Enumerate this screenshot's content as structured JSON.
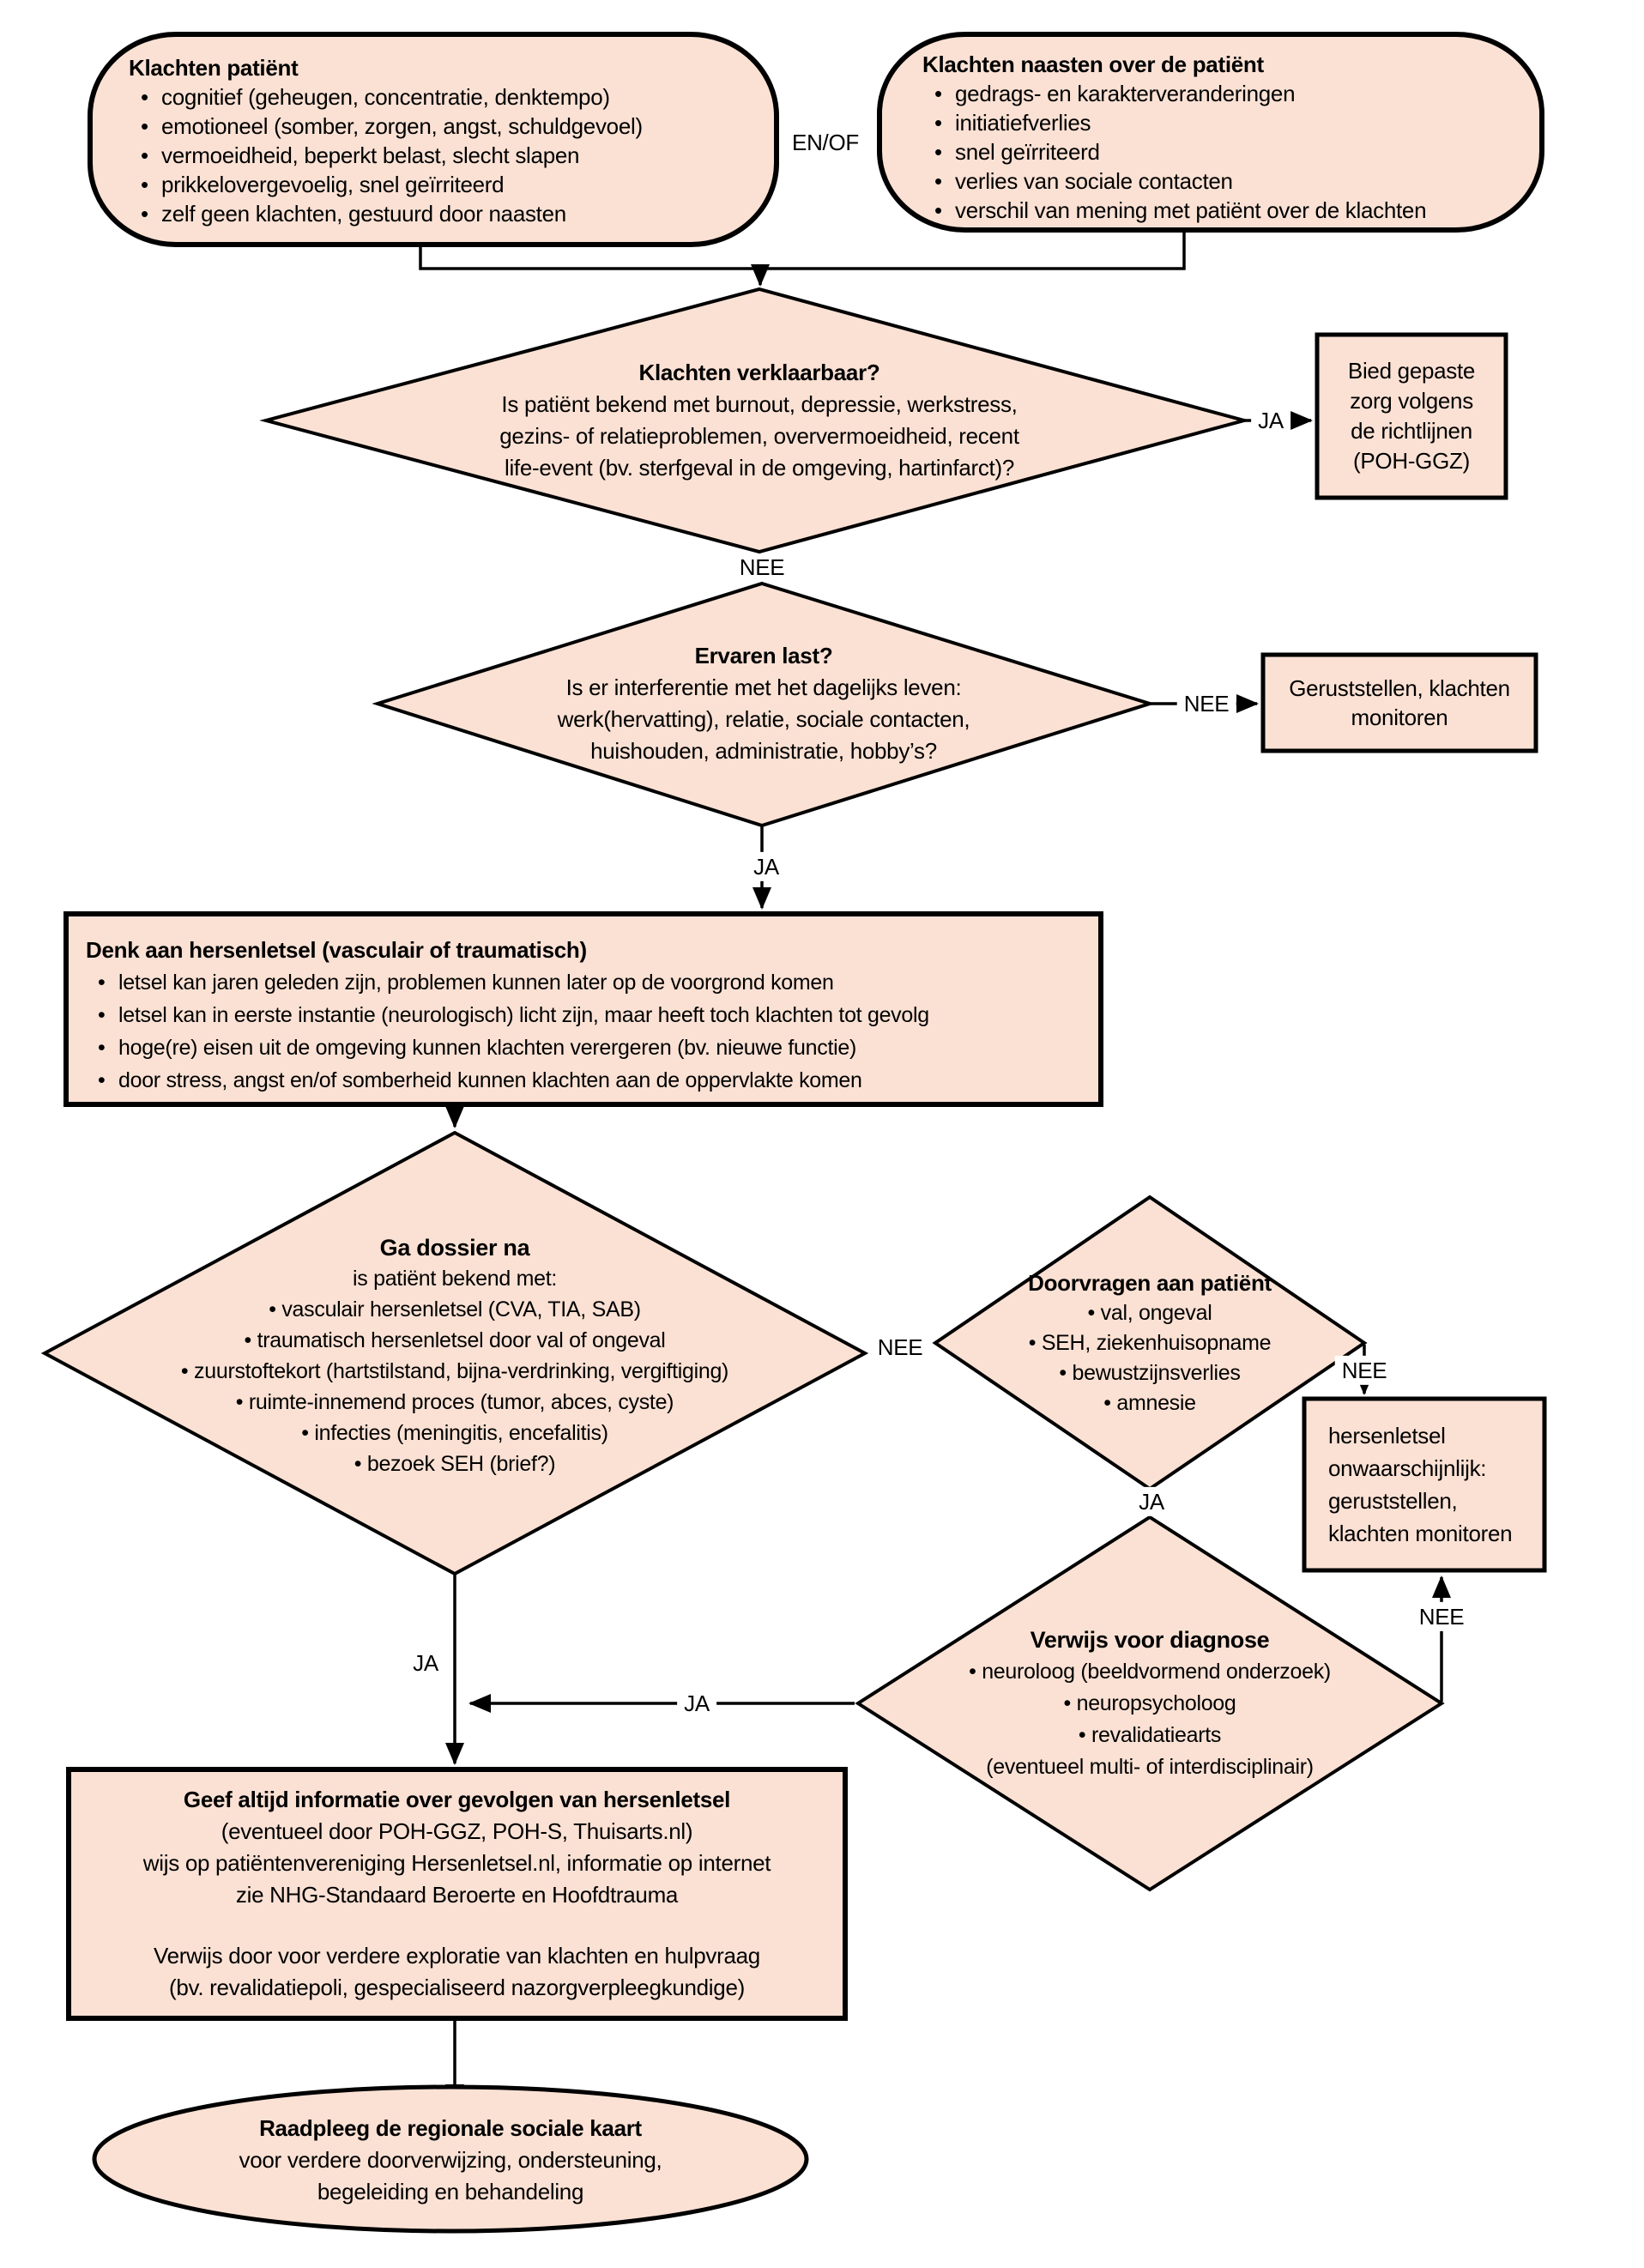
{
  "palette": {
    "node_fill": "#fae1d4",
    "node_stroke": "#000000",
    "text_color": "#000000",
    "background": "#ffffff"
  },
  "nodes": {
    "klachten_patient": {
      "title": "Klachten patiënt",
      "items": [
        "cognitief (geheugen, concentratie, denktempo)",
        "emotioneel (somber, zorgen, angst, schuldgevoel)",
        "vermoeidheid, beperkt belast, slecht slapen",
        "prikkelovergevoelig, snel geïrriteerd",
        "zelf geen klachten, gestuurd door naasten"
      ]
    },
    "klachten_naasten": {
      "title": "Klachten naasten over de patiënt",
      "items": [
        "gedrags- en karakterveranderingen",
        "initiatiefverlies",
        "snel geïrriteerd",
        "verlies van sociale contacten",
        "verschil van mening met patiënt over de klachten"
      ]
    },
    "klachten_verklaarbaar": {
      "title": "Klachten verklaarbaar?",
      "lines": [
        "Is patiënt bekend met burnout, depressie, werkstress,",
        "gezins- of relatieproblemen, oververmoeidheid, recent",
        "life-event (bv. sterfgeval in de omgeving, hartinfarct)?"
      ]
    },
    "bied_gepaste_zorg": {
      "lines": [
        "Bied gepaste",
        "zorg volgens",
        "de richtlijnen",
        "(POH-GGZ)"
      ]
    },
    "ervaren_last": {
      "title": "Ervaren last?",
      "lines": [
        "Is er interferentie met het dagelijks leven:",
        "werk(hervatting), relatie, sociale contacten,",
        "huishouden, administratie, hobby’s?"
      ]
    },
    "geruststellen": {
      "lines": [
        "Geruststellen, klachten",
        "monitoren"
      ]
    },
    "denk_aan_hersenletsel": {
      "title": "Denk aan hersenletsel (vasculair of traumatisch)",
      "items": [
        "letsel kan jaren geleden zijn, problemen kunnen later op de voorgrond komen",
        "letsel kan in eerste instantie (neurologisch) licht zijn, maar heeft toch klachten tot gevolg",
        "hoge(re) eisen uit de omgeving kunnen klachten verergeren (bv. nieuwe functie)",
        "door stress, angst en/of somberheid kunnen klachten aan de oppervlakte komen"
      ]
    },
    "ga_dossier_na": {
      "title": "Ga dossier na",
      "subtitle": "is patiënt bekend met:",
      "items": [
        "vasculair hersenletsel (CVA, TIA, SAB)",
        "traumatisch hersenletsel door val of ongeval",
        "zuurstoftekort (hartstilstand, bijna-verdrinking, vergiftiging)",
        "ruimte-innemend proces (tumor, abces, cyste)",
        "infecties (meningitis, encefalitis)",
        "bezoek SEH (brief?)"
      ]
    },
    "doorvragen": {
      "title": "Doorvragen aan patiënt",
      "items": [
        "val, ongeval",
        "SEH, ziekenhuisopname",
        "bewustzijnsverlies",
        "amnesie"
      ]
    },
    "hersenletsel_onwaarschijnlijk": {
      "lines": [
        "hersenletsel",
        "onwaarschijnlijk:",
        "geruststellen,",
        "klachten monitoren"
      ]
    },
    "verwijs_voor_diagnose": {
      "title": "Verwijs voor diagnose",
      "items": [
        "neuroloog (beeldvormend onderzoek)",
        "neuropsycholoog",
        "revalidatiearts"
      ],
      "footer": "(eventueel multi- of interdisciplinair)"
    },
    "geef_informatie": {
      "title": "Geef altijd informatie over gevolgen van hersenletsel",
      "lines": [
        "(eventueel door POH-GGZ, POH-S, Thuisarts.nl)",
        "wijs op patiëntenvereniging Hersenletsel.nl, informatie op internet",
        "zie NHG-Standaard Beroerte en Hoofdtrauma"
      ],
      "lines2": [
        "Verwijs door voor verdere exploratie van klachten en hulpvraag",
        "(bv. revalidatiepoli, gespecialiseerd nazorgverpleegkundige)"
      ]
    },
    "sociale_kaart": {
      "title": "Raadpleeg de regionale sociale kaart",
      "lines": [
        "voor verdere doorverwijzing, ondersteuning,",
        "begeleiding en behandeling"
      ]
    }
  },
  "labels": {
    "merge": "EN/OF",
    "verklaarbaar_ja": "JA",
    "verklaarbaar_nee": "NEE",
    "last_nee": "NEE",
    "last_ja": "JA",
    "dossier_nee": "NEE",
    "dossier_ja": "JA",
    "doorvragen_nee": "NEE",
    "doorvragen_ja": "JA",
    "diagnose_nee": "NEE",
    "diagnose_ja": "JA"
  }
}
